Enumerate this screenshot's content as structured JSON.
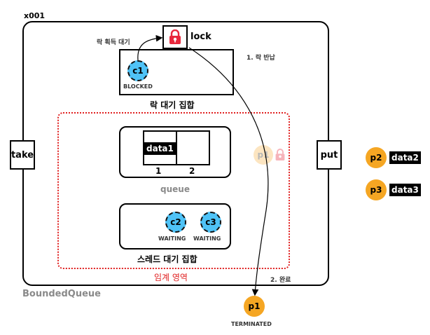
{
  "object_id": "x001",
  "container_label": "BoundedQueue",
  "take_label": "take",
  "put_label": "put",
  "lock": {
    "label": "lock",
    "acquire_label": "락 획득 대기",
    "return_label": "1. 락 반납"
  },
  "lock_wait_set": {
    "label": "락 대기 집합",
    "thread": {
      "name": "c1",
      "state": "BLOCKED"
    }
  },
  "critical_section_label": "임계 영역",
  "queue": {
    "label": "queue",
    "item": "data1",
    "index_labels": [
      "1",
      "2"
    ]
  },
  "thread_wait_set": {
    "label": "스레드 대기 집합",
    "threads": [
      {
        "name": "c2",
        "state": "WAITING"
      },
      {
        "name": "c3",
        "state": "WAITING"
      }
    ]
  },
  "ghost_producer": "p1",
  "done_label": "2. 완료",
  "terminated": {
    "name": "p1",
    "state": "TERMINATED"
  },
  "waiting_producers": [
    {
      "name": "p2",
      "data": "data2"
    },
    {
      "name": "p3",
      "data": "data3"
    }
  ],
  "colors": {
    "thread": "#4fc3f7",
    "producer": "#f5a623",
    "critical": "#e02020",
    "lock": "#e8283c"
  }
}
